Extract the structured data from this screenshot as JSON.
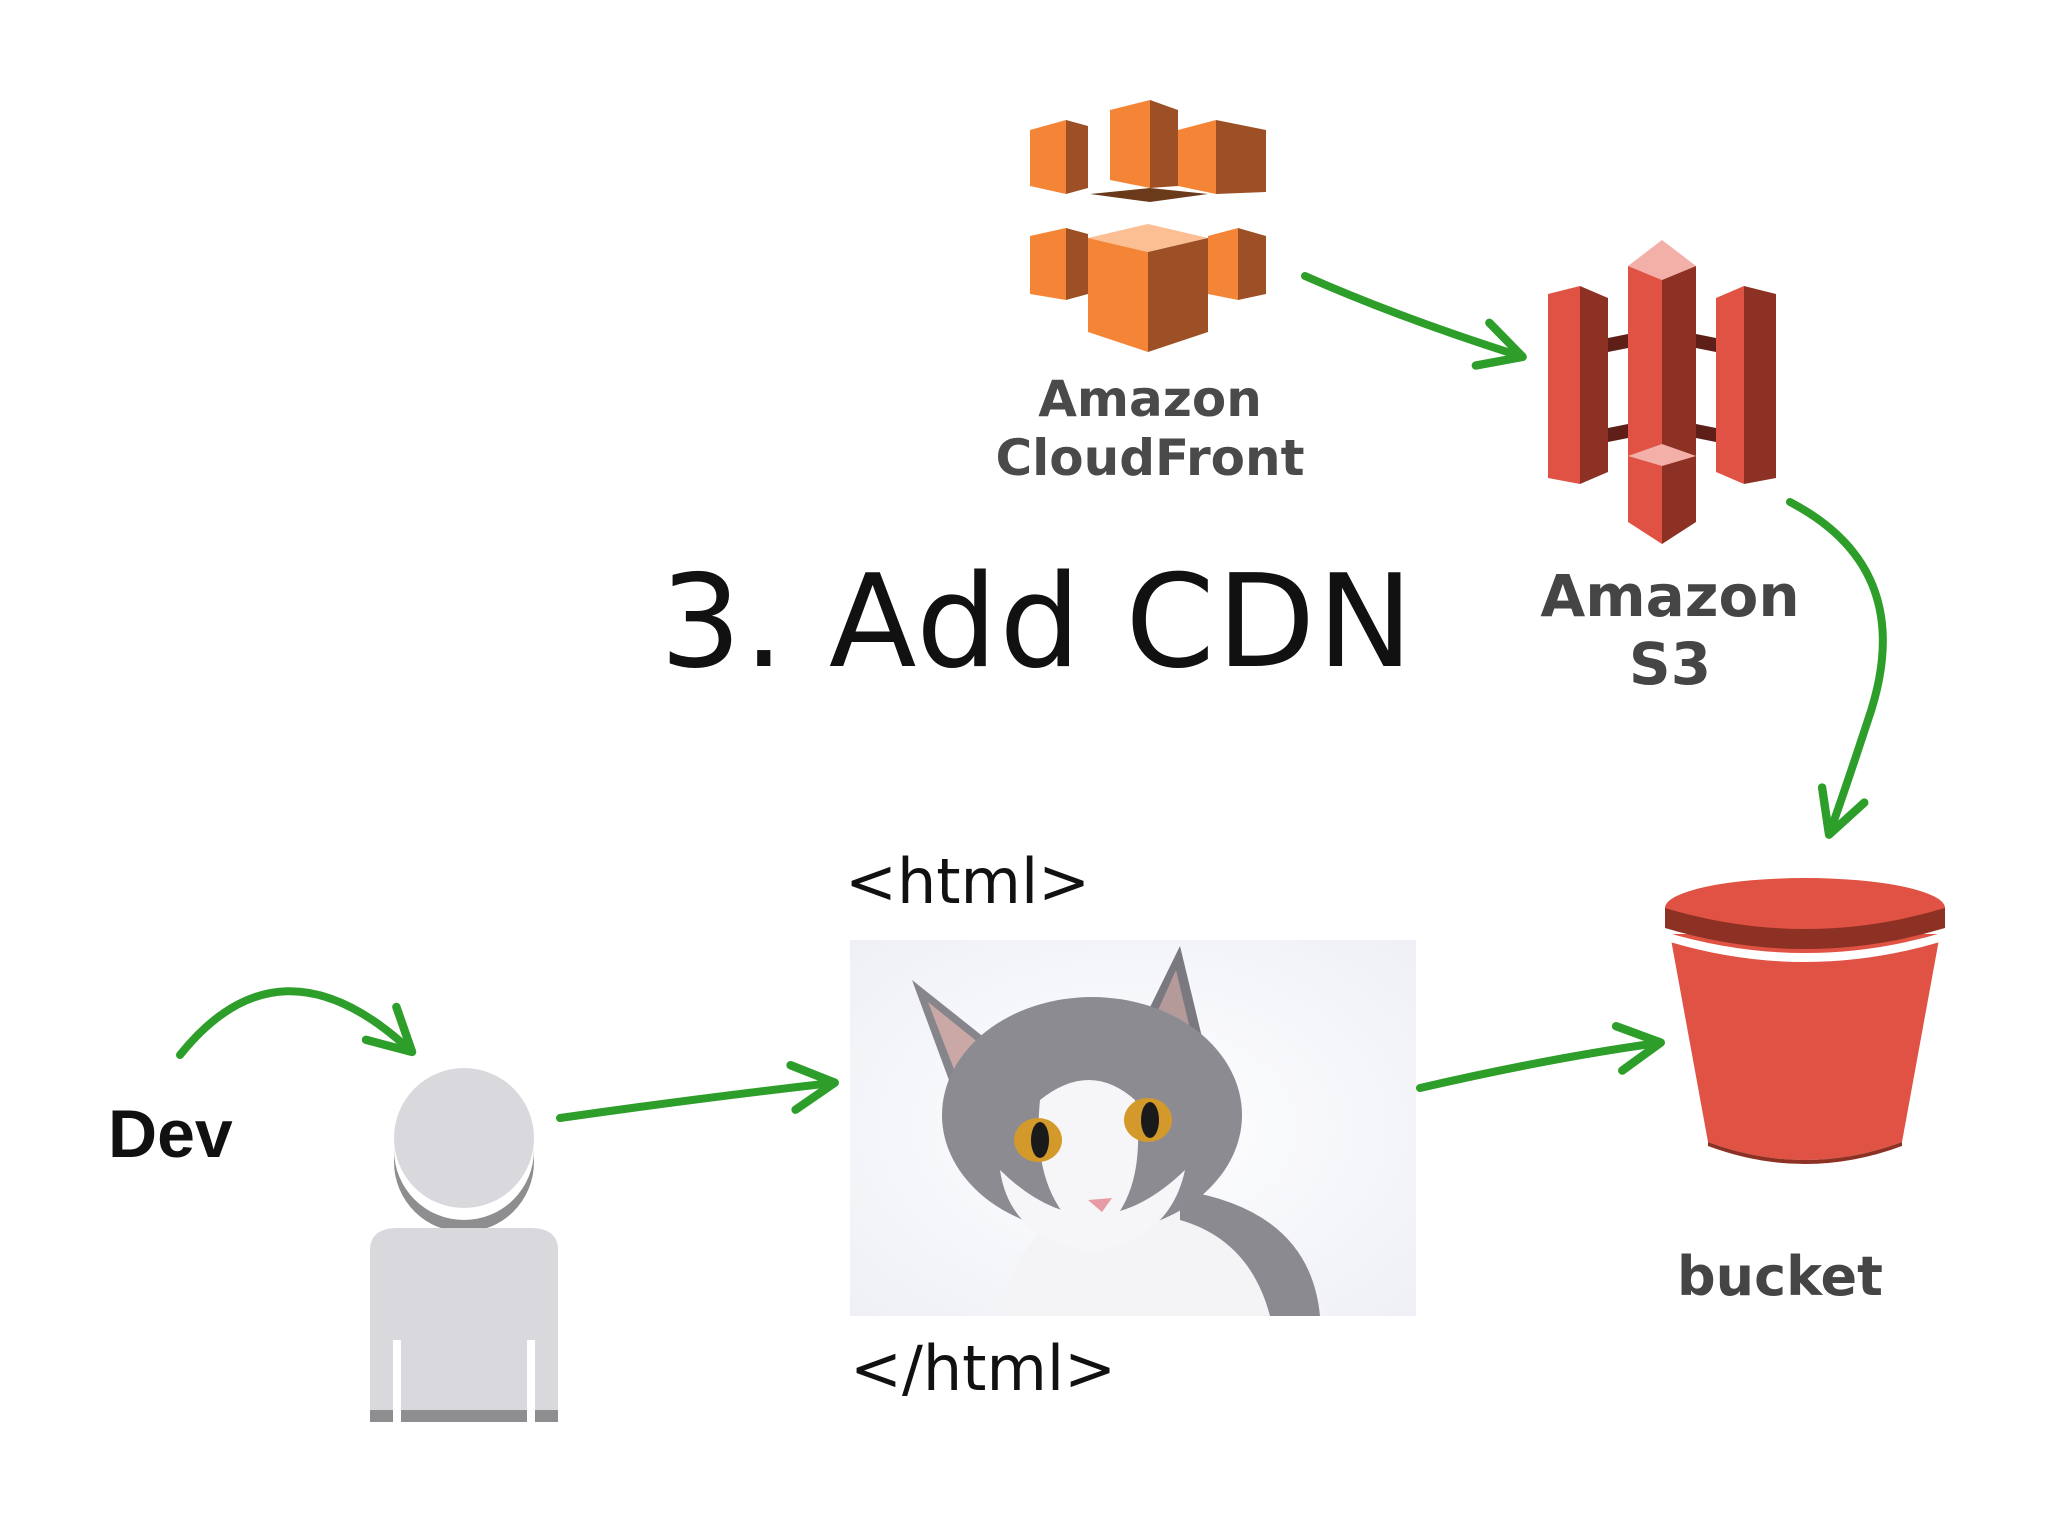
{
  "title": "3. Add CDN",
  "cloudfront": {
    "label_line1": "Amazon",
    "label_line2": "CloudFront",
    "color": "#F58536",
    "icon": "cloudfront-icon"
  },
  "s3": {
    "label_line1": "Amazon",
    "label_line2": "S3",
    "color": "#E05243",
    "icon": "s3-icon"
  },
  "bucket": {
    "label": "bucket",
    "color": "#E05243",
    "icon": "bucket-icon"
  },
  "dev": {
    "label": "Dev",
    "icon": "user-icon"
  },
  "html_open": "<html>",
  "html_close": "</html>",
  "image": {
    "icon": "cat-photo"
  },
  "arrow_color": "#2E9E2A"
}
